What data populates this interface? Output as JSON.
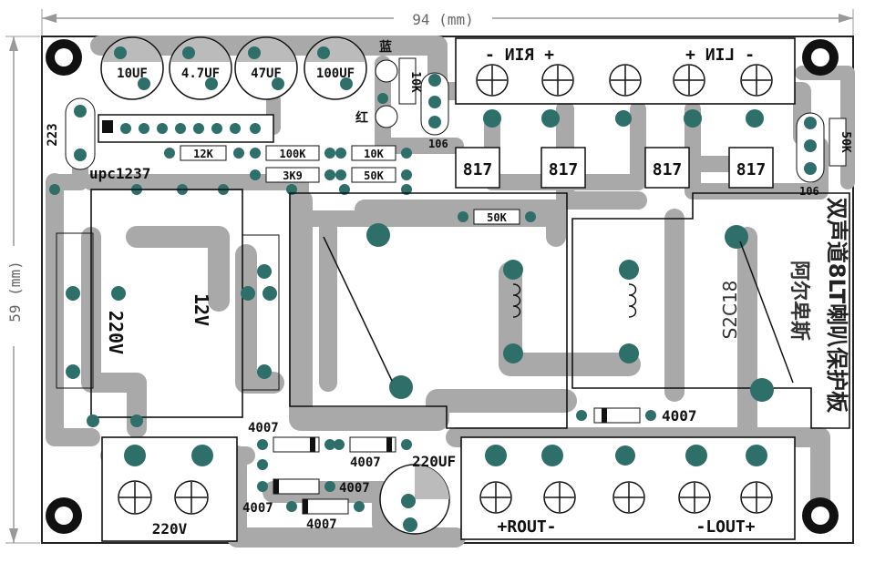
{
  "dimensions": {
    "width_label": "94 (mm)",
    "height_label": "59 (mm)"
  },
  "capacitors": {
    "c1": "10UF",
    "c2": "4.7UF",
    "c3": "47UF",
    "c4": "100UF",
    "bulk": "220UF",
    "ceramic": "223"
  },
  "ic": {
    "preamp": "upc1237"
  },
  "resistors": {
    "r12k": "12K",
    "r100k": "100K",
    "r10k": "10K",
    "r3k9": "3K9",
    "r50k_a": "50K",
    "r50k_b": "50K",
    "pot_left": "10K",
    "pot_right": "50K"
  },
  "trimmer": {
    "label_left": "106",
    "label_right": "106"
  },
  "optocouplers": [
    "817",
    "817",
    "817",
    "817"
  ],
  "leds": {
    "blue": "蓝",
    "red": "红"
  },
  "inputs": {
    "rin": "+ RIN -",
    "lin": "- LIN +"
  },
  "outputs": {
    "rout": "+ROUT-",
    "lout": "-LOUT+"
  },
  "transformer": {
    "primary": "220V",
    "secondary": "12V"
  },
  "power_terminal": "220V",
  "diodes": [
    "4007",
    "4007",
    "4007",
    "4007",
    "4007"
  ],
  "mirror_text": {
    "title": "双声道8LT喇叭保护板",
    "subtitle": "S2C18",
    "brand": "阿尔卑斯"
  }
}
